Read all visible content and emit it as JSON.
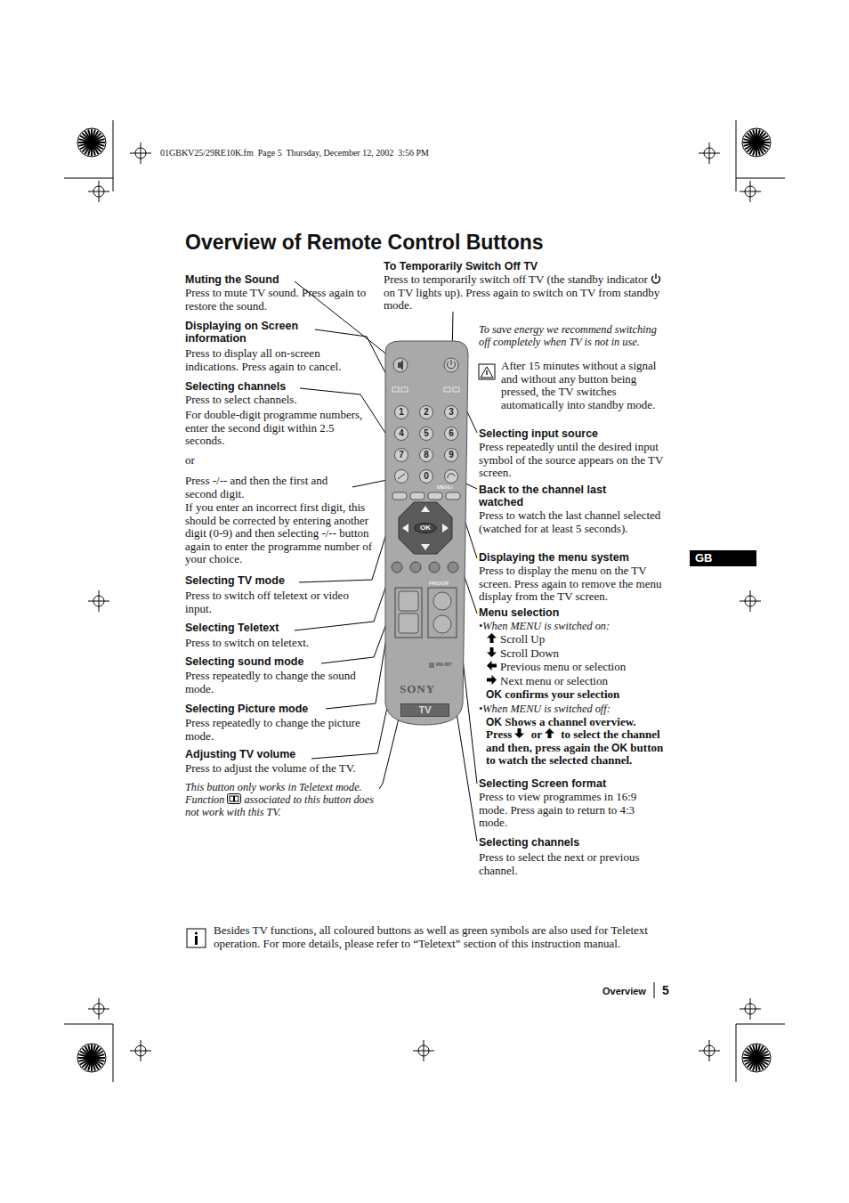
{
  "diagram": {
    "title": "Overview of Remote Control Buttons",
    "nodes": [
      {
        "text": [
          "MENU",
          "PROGR",
          "RM-887",
          "SONY"
        ]
      },
      {
        "text": [
          "1"
        ],
        "in": 0
      },
      {
        "text": [
          "2"
        ],
        "in": 0
      },
      {
        "text": [
          "3"
        ],
        "in": 0
      },
      {
        "text": [
          "4"
        ],
        "in": 0
      },
      {
        "text": [
          "5"
        ],
        "in": 0
      },
      {
        "text": [
          "6"
        ],
        "in": 0
      },
      {
        "text": [
          "7"
        ],
        "in": 0
      },
      {
        "text": [
          "8"
        ],
        "in": 0
      },
      {
        "text": [
          "9"
        ],
        "in": 0
      },
      {
        "text": [
          "0"
        ],
        "in": 0
      },
      {
        "text": [
          "OK"
        ],
        "in": 0
      },
      {
        "text": [
          "TV"
        ],
        "in": 0
      }
    ],
    "labels": [
      "Muting the Sound",
      "Press to mute TV sound. Press again to restore the sound.",
      "Displaying on Screen information",
      "Press to display all on-screen indications. Press again to cancel.",
      "Selecting channels",
      "Press to select channels.",
      "For double-digit programme numbers, enter the second digit within 2.5 seconds.",
      "or",
      "Press -/-- and then the first and second digit.",
      "If you enter an incorrect first digit, this should be corrected by entering another digit (0-9) and then selecting -/-- button again to enter the programme number of your choice.",
      "Selecting TV mode",
      "Press to switch off teletext or video input.",
      "Selecting Teletext",
      "Press to switch on teletext.",
      "Selecting sound mode",
      "Press repeatedly to change the sound mode.",
      "Selecting Picture mode",
      "Press repeatedly to change the picture mode.",
      "Adjusting TV volume",
      "Press to adjust the volume of the TV.",
      "This button only works in Teletext mode. Function",
      "associated to this button does not work with this TV.",
      "To Temporarily Switch Off TV",
      "Press to temporarily switch off TV (the standby indicator",
      "on TV lights up). Press again to switch on TV from standby mode.",
      "To save energy we recommend switching off completely when TV is not in use.",
      "After 15 minutes without a signal and without any button being pressed, the TV switches automatically into standby mode.",
      "Selecting input source",
      "Press repeatedly until the desired input symbol of the source appears on the TV screen.",
      "Back to the channel last watched",
      "Press to watch the last channel selected (watched for at least 5 seconds).",
      "Displaying the menu system",
      "Press to display the menu on the TV screen. Press again to remove the menu display from the TV screen.",
      "Menu selection",
      "•When MENU is switched on:",
      "Scroll Up",
      "Scroll Down",
      "Previous menu or selection",
      "Next menu or selection",
      "OK",
      "confirms your selection",
      "•When MENU is switched off:",
      "OK",
      "Shows a channel overview. Press",
      "or",
      "to select the channel and then, press again the",
      "OK",
      "button to watch the selected channel.",
      "Selecting Screen format",
      "Press to view programmes in 16:9 mode. Press again to return to 4:3 mode.",
      "Selecting channels",
      "Press to select the next or previous channel.",
      "GB",
      "Besides TV functions, all coloured buttons as well as green symbols are also used for Teletext operation. For more details, please refer to “Teletext” section of this instruction manual.",
      "Overview",
      "5",
      "01GBKV25/29RE10K.fm  Page 5  Thursday, December 12, 2002  3:56 PM"
    ]
  }
}
